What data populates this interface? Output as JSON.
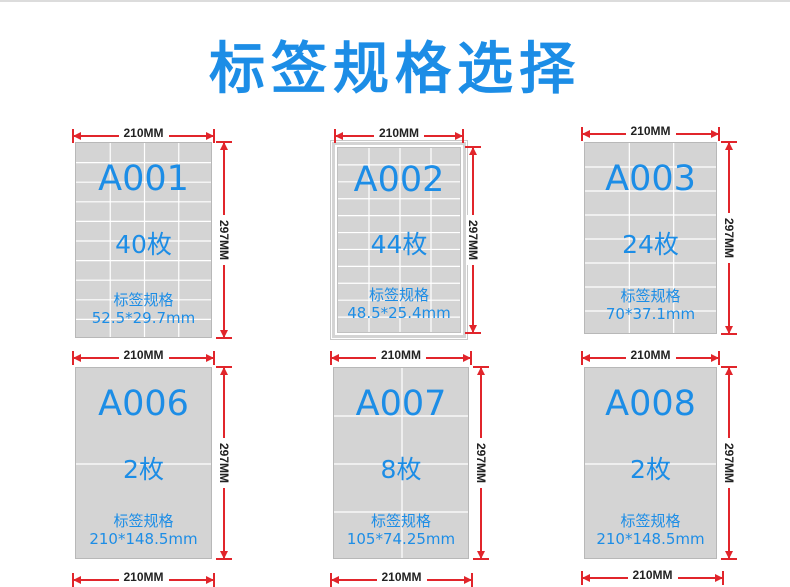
{
  "title": "标签规格选择",
  "width_label": "210MM",
  "height_label": "297MM",
  "spec_label": "标签规格",
  "colors": {
    "accent": "#1c8de6",
    "dimension": "#e1252b",
    "sheet": "#d4d4d4",
    "grid": "#ffffff"
  },
  "cards": [
    {
      "code": "A001",
      "count": "40枚",
      "size": "52.5*29.7mm",
      "cols": 4,
      "rows": 10
    },
    {
      "code": "A002",
      "count": "44枚",
      "size": "48.5*25.4mm",
      "cols": 4,
      "rows": 11
    },
    {
      "code": "A003",
      "count": "24枚",
      "size": "70*37.1mm",
      "cols": 3,
      "rows": 8
    },
    {
      "code": "A006",
      "count": "2枚",
      "size": "210*148.5mm",
      "cols": 1,
      "rows": 2
    },
    {
      "code": "A007",
      "count": "8枚",
      "size": "105*74.25mm",
      "cols": 2,
      "rows": 4
    },
    {
      "code": "A008",
      "count": "2枚",
      "size": "210*148.5mm",
      "cols": 1,
      "rows": 2
    }
  ]
}
